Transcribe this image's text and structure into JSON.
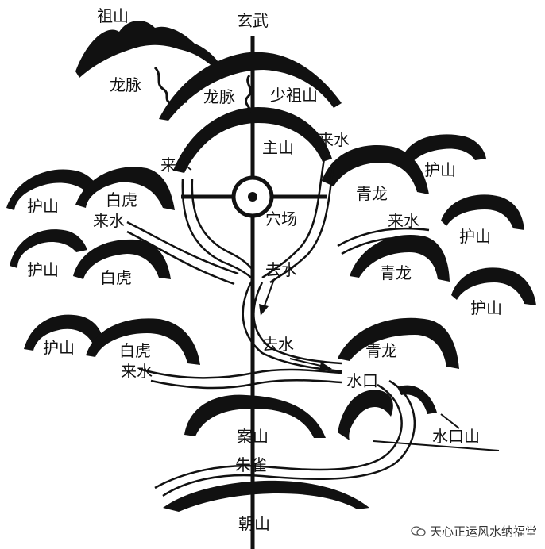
{
  "labels": {
    "xuanwu": "玄武",
    "zushan": "祖山",
    "longmai_left": "龙脉",
    "longmai_center": "龙脉",
    "shaozushan": "少祖山",
    "zhushan": "主山",
    "laishui_top_left": "来水",
    "laishui_top_right": "来水",
    "hushan_left_1": "护山",
    "baihu_1": "白虎",
    "laishui_left_1": "来水",
    "xuechang": "穴场",
    "qinglong_1": "青龙",
    "laishui_right_1": "来水",
    "hushan_right_1": "护山",
    "hushan_right_2": "护山",
    "hushan_left_2": "护山",
    "baihu_2": "白虎",
    "qushui_1": "去水",
    "qinglong_2": "青龙",
    "hushan_right_3": "护山",
    "hushan_left_3": "护山",
    "baihu_3": "白虎",
    "laishui_left_2": "来水",
    "qushui_2": "去水",
    "qinglong_3": "青龙",
    "shuikou": "水口",
    "anshan": "案山",
    "shuikoushan": "水口山",
    "zhuque": "朱雀",
    "chaoshan": "朝山"
  },
  "watermark": "天心正运风水纳福堂",
  "colors": {
    "ink": "#111111",
    "background": "#ffffff"
  }
}
